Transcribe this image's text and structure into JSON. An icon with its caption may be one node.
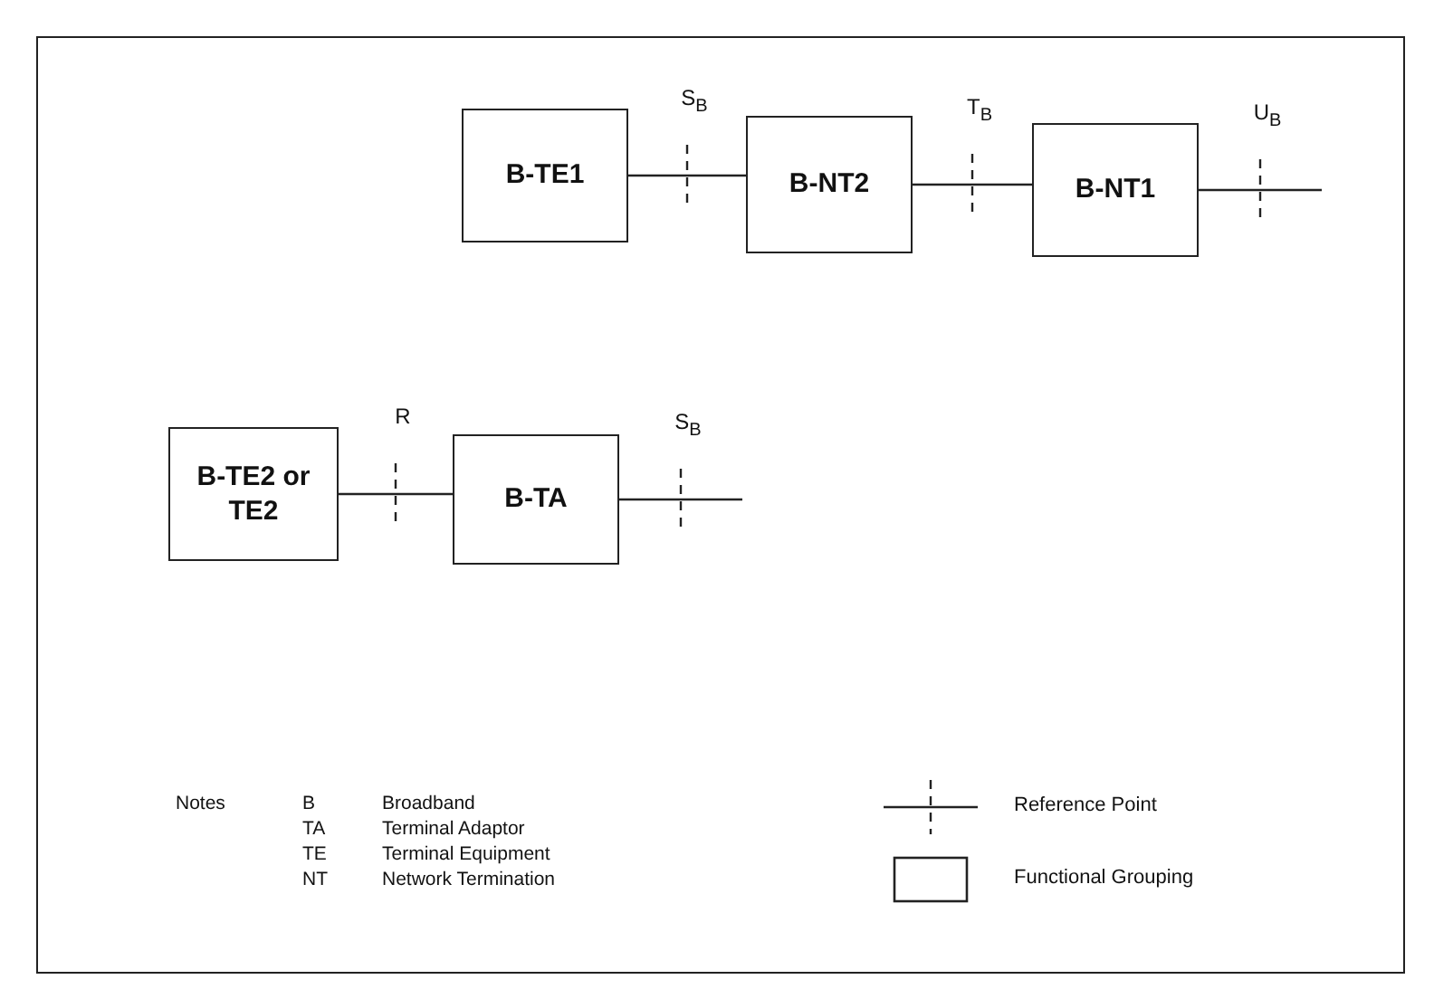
{
  "diagram": {
    "nodes": [
      {
        "text": [
          "B-TE1"
        ]
      },
      {
        "text": [
          "B-NT2"
        ]
      },
      {
        "text": [
          "B-NT1"
        ]
      },
      {
        "text": [
          "B-TE2 or TE2"
        ]
      },
      {
        "text": [
          "B-TA"
        ]
      }
    ],
    "edges": [
      {
        "from": 0,
        "to": 1,
        "arrow": "none",
        "label": "S$_{B}$"
      },
      {
        "from": 1,
        "to": 2,
        "arrow": "none",
        "label": "T$_{B}$"
      },
      {
        "from": 2,
        "to": null,
        "arrow": "none",
        "label": "U$_{B}$"
      },
      {
        "from": 3,
        "to": 4,
        "arrow": "none",
        "label": "R"
      },
      {
        "from": 4,
        "to": null,
        "arrow": "none",
        "label": "S$_{B}$"
      }
    ],
    "labels": [
      "Notes",
      "B",
      "Broadband",
      "TA",
      "Terminal Adaptor",
      "TE",
      "Terminal Equipment",
      "NT",
      "Network Termination"
    ],
    "legend": [
      {
        "text": "Reference Point"
      },
      {
        "text": "Functional Grouping"
      }
    ]
  }
}
